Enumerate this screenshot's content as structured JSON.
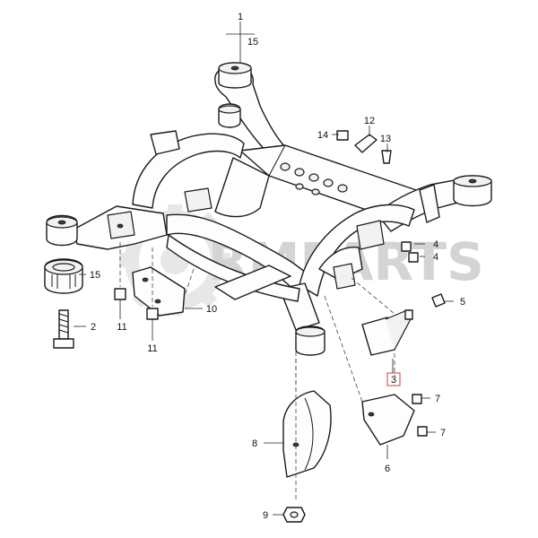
{
  "watermark": {
    "text": "RMPARTS",
    "color": "#d4d4d4"
  },
  "highlight_color": "#d23a3a",
  "callouts": [
    {
      "id": "c1",
      "label": "1"
    },
    {
      "id": "c15a",
      "label": "15"
    },
    {
      "id": "c12",
      "label": "12"
    },
    {
      "id": "c14",
      "label": "14"
    },
    {
      "id": "c13",
      "label": "13"
    },
    {
      "id": "c4a",
      "label": "4"
    },
    {
      "id": "c4b",
      "label": "4"
    },
    {
      "id": "c5",
      "label": "5"
    },
    {
      "id": "c3",
      "label": "3",
      "highlighted": true
    },
    {
      "id": "c15b",
      "label": "15"
    },
    {
      "id": "c2",
      "label": "2"
    },
    {
      "id": "c10",
      "label": "10"
    },
    {
      "id": "c11a",
      "label": "11"
    },
    {
      "id": "c11b",
      "label": "11"
    },
    {
      "id": "c7a",
      "label": "7"
    },
    {
      "id": "c7b",
      "label": "7"
    },
    {
      "id": "c6",
      "label": "6"
    },
    {
      "id": "c8",
      "label": "8"
    },
    {
      "id": "c9",
      "label": "9"
    }
  ]
}
